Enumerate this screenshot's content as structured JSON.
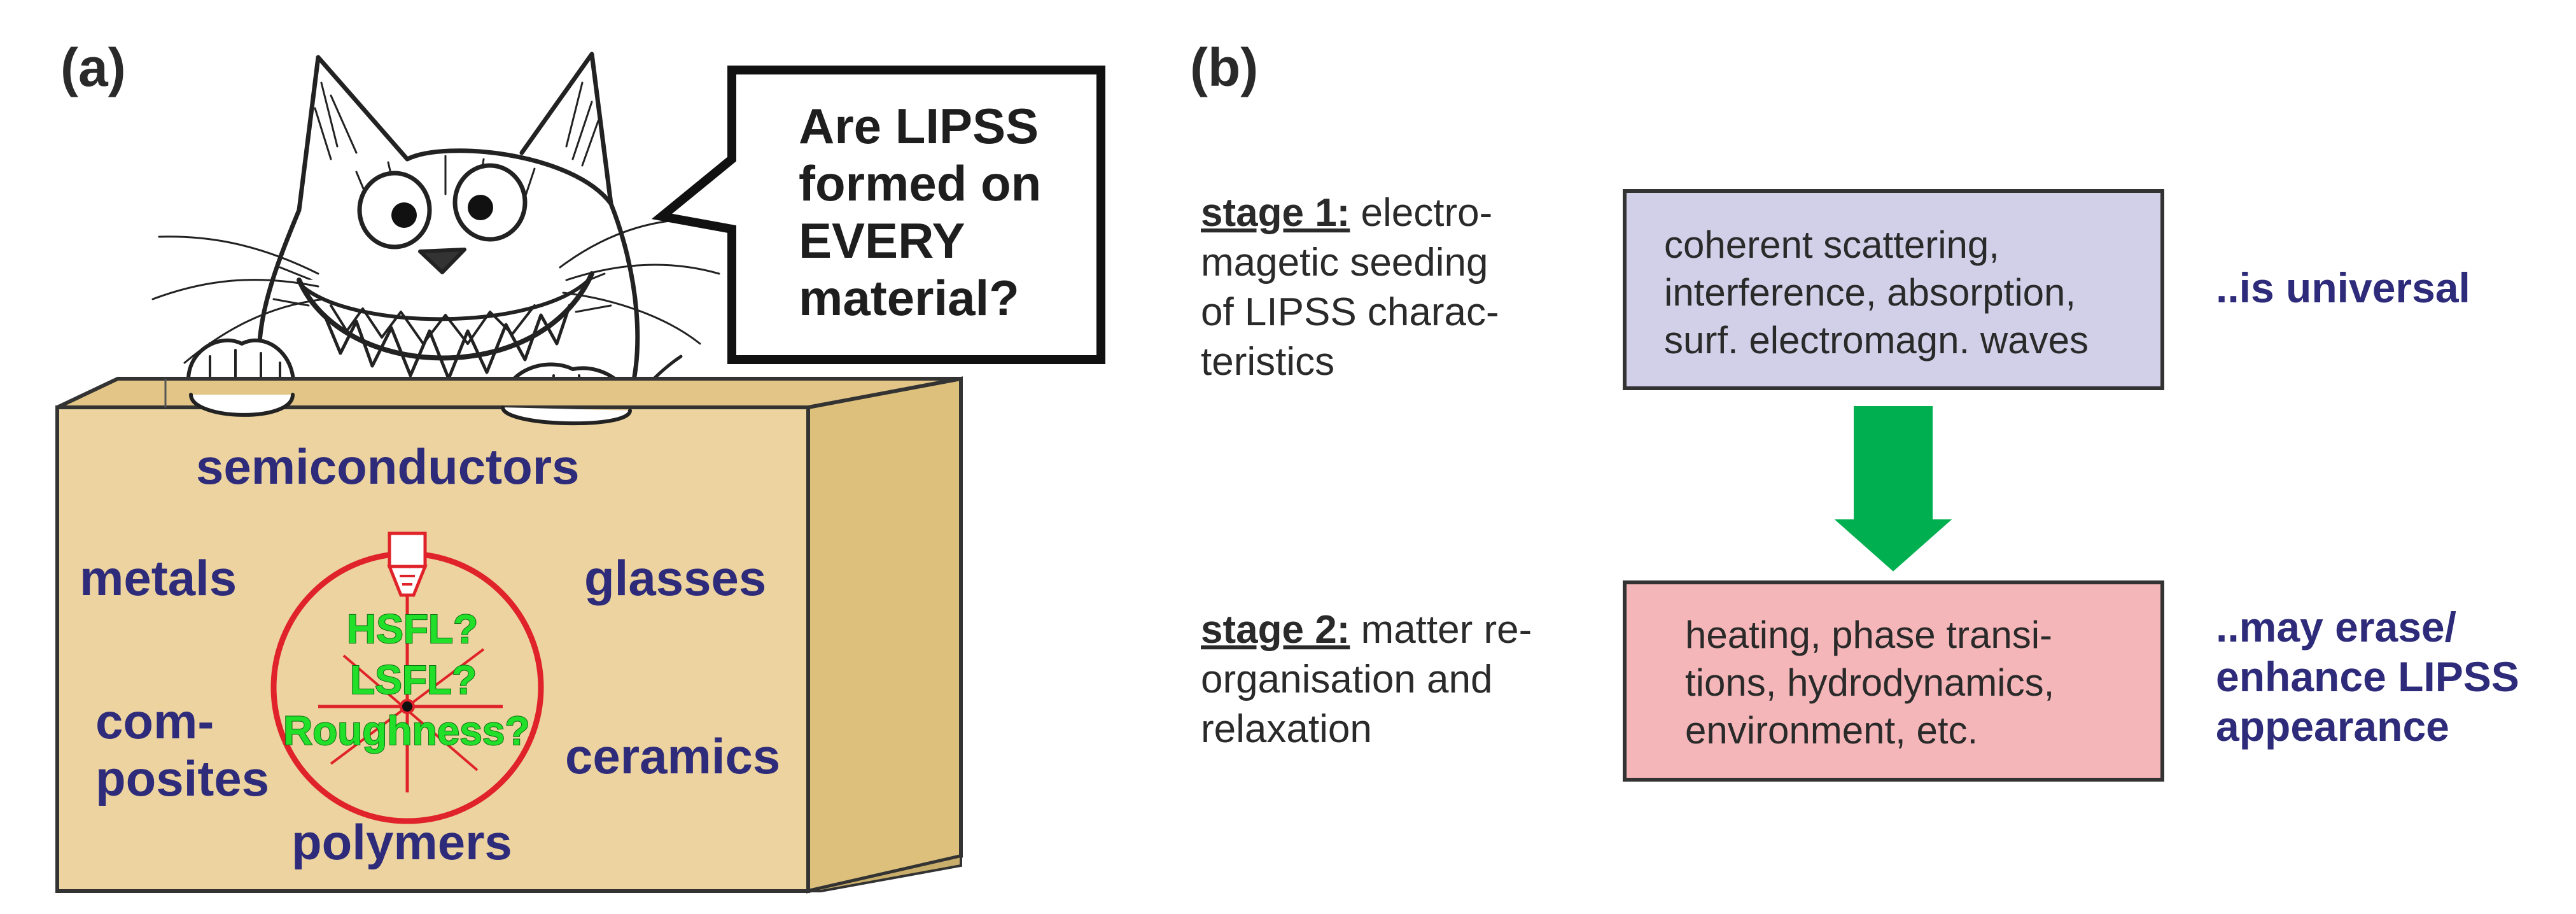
{
  "panel_a": {
    "label": "(a)",
    "speech_bubble": {
      "lines": [
        "Are LIPSS",
        "formed on",
        "EVERY",
        "material?"
      ]
    },
    "materials": {
      "semiconductors": "semiconductors",
      "metals": "metals",
      "glasses": "glasses",
      "composites_line1": "com-",
      "composites_line2": "posites",
      "ceramics": "ceramics",
      "polymers": "polymers"
    },
    "questions": [
      "HSFL?",
      "LSFL?",
      "Roughness?"
    ],
    "colors": {
      "box": "#ecd39f",
      "box_side": "#dcc07c",
      "target": "#e0232a",
      "text": "#2e2b7a",
      "question": "#22e02a"
    }
  },
  "panel_b": {
    "label": "(b)",
    "stage1": {
      "title": "stage 1:",
      "lines": [
        " electro-",
        "magetic seeding",
        "of LIPSS charac-",
        "teristics"
      ],
      "box_lines": [
        "coherent scattering,",
        "interference, absorption,",
        "surf. electromagn. waves"
      ],
      "result_lines": [
        "..is universal"
      ],
      "box_color": "#d2cfe8"
    },
    "stage2": {
      "title": "stage 2:",
      "lines": [
        " matter re-",
        "organisation and",
        "relaxation"
      ],
      "box_lines": [
        "heating, phase transi-",
        "tions, hydrodynamics,",
        "environment, etc."
      ],
      "result_lines": [
        "..may erase/",
        "enhance LIPSS",
        "appearance"
      ],
      "box_color": "#f4b6b8"
    },
    "arrow_color": "#00b050"
  }
}
